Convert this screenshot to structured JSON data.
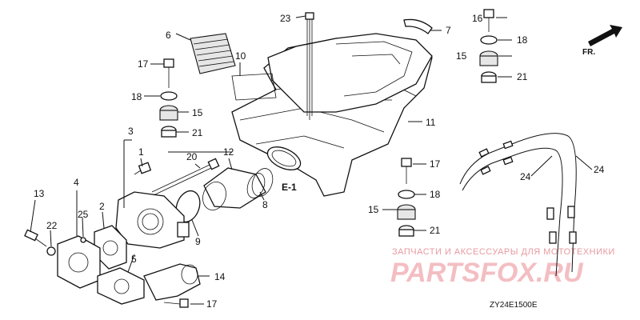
{
  "diagram": {
    "callouts": [
      "1",
      "2",
      "3",
      "4",
      "5",
      "6",
      "7",
      "8",
      "9",
      "10",
      "11",
      "12",
      "13",
      "14",
      "15",
      "16",
      "17",
      "18",
      "20",
      "21",
      "22",
      "23",
      "24",
      "25"
    ],
    "ref_marker": "E-1",
    "direction_marker": "FR.",
    "diagram_code": "ZY24E1500E"
  },
  "watermark": {
    "caption": "ЗАПЧАСТИ И АКСЕССУАРЫ ДЛЯ МОТОТЕХНИКИ",
    "logo": "PARTSFOX.RU"
  },
  "colors": {
    "line": "#111111",
    "watermark": "#e79aa0"
  }
}
